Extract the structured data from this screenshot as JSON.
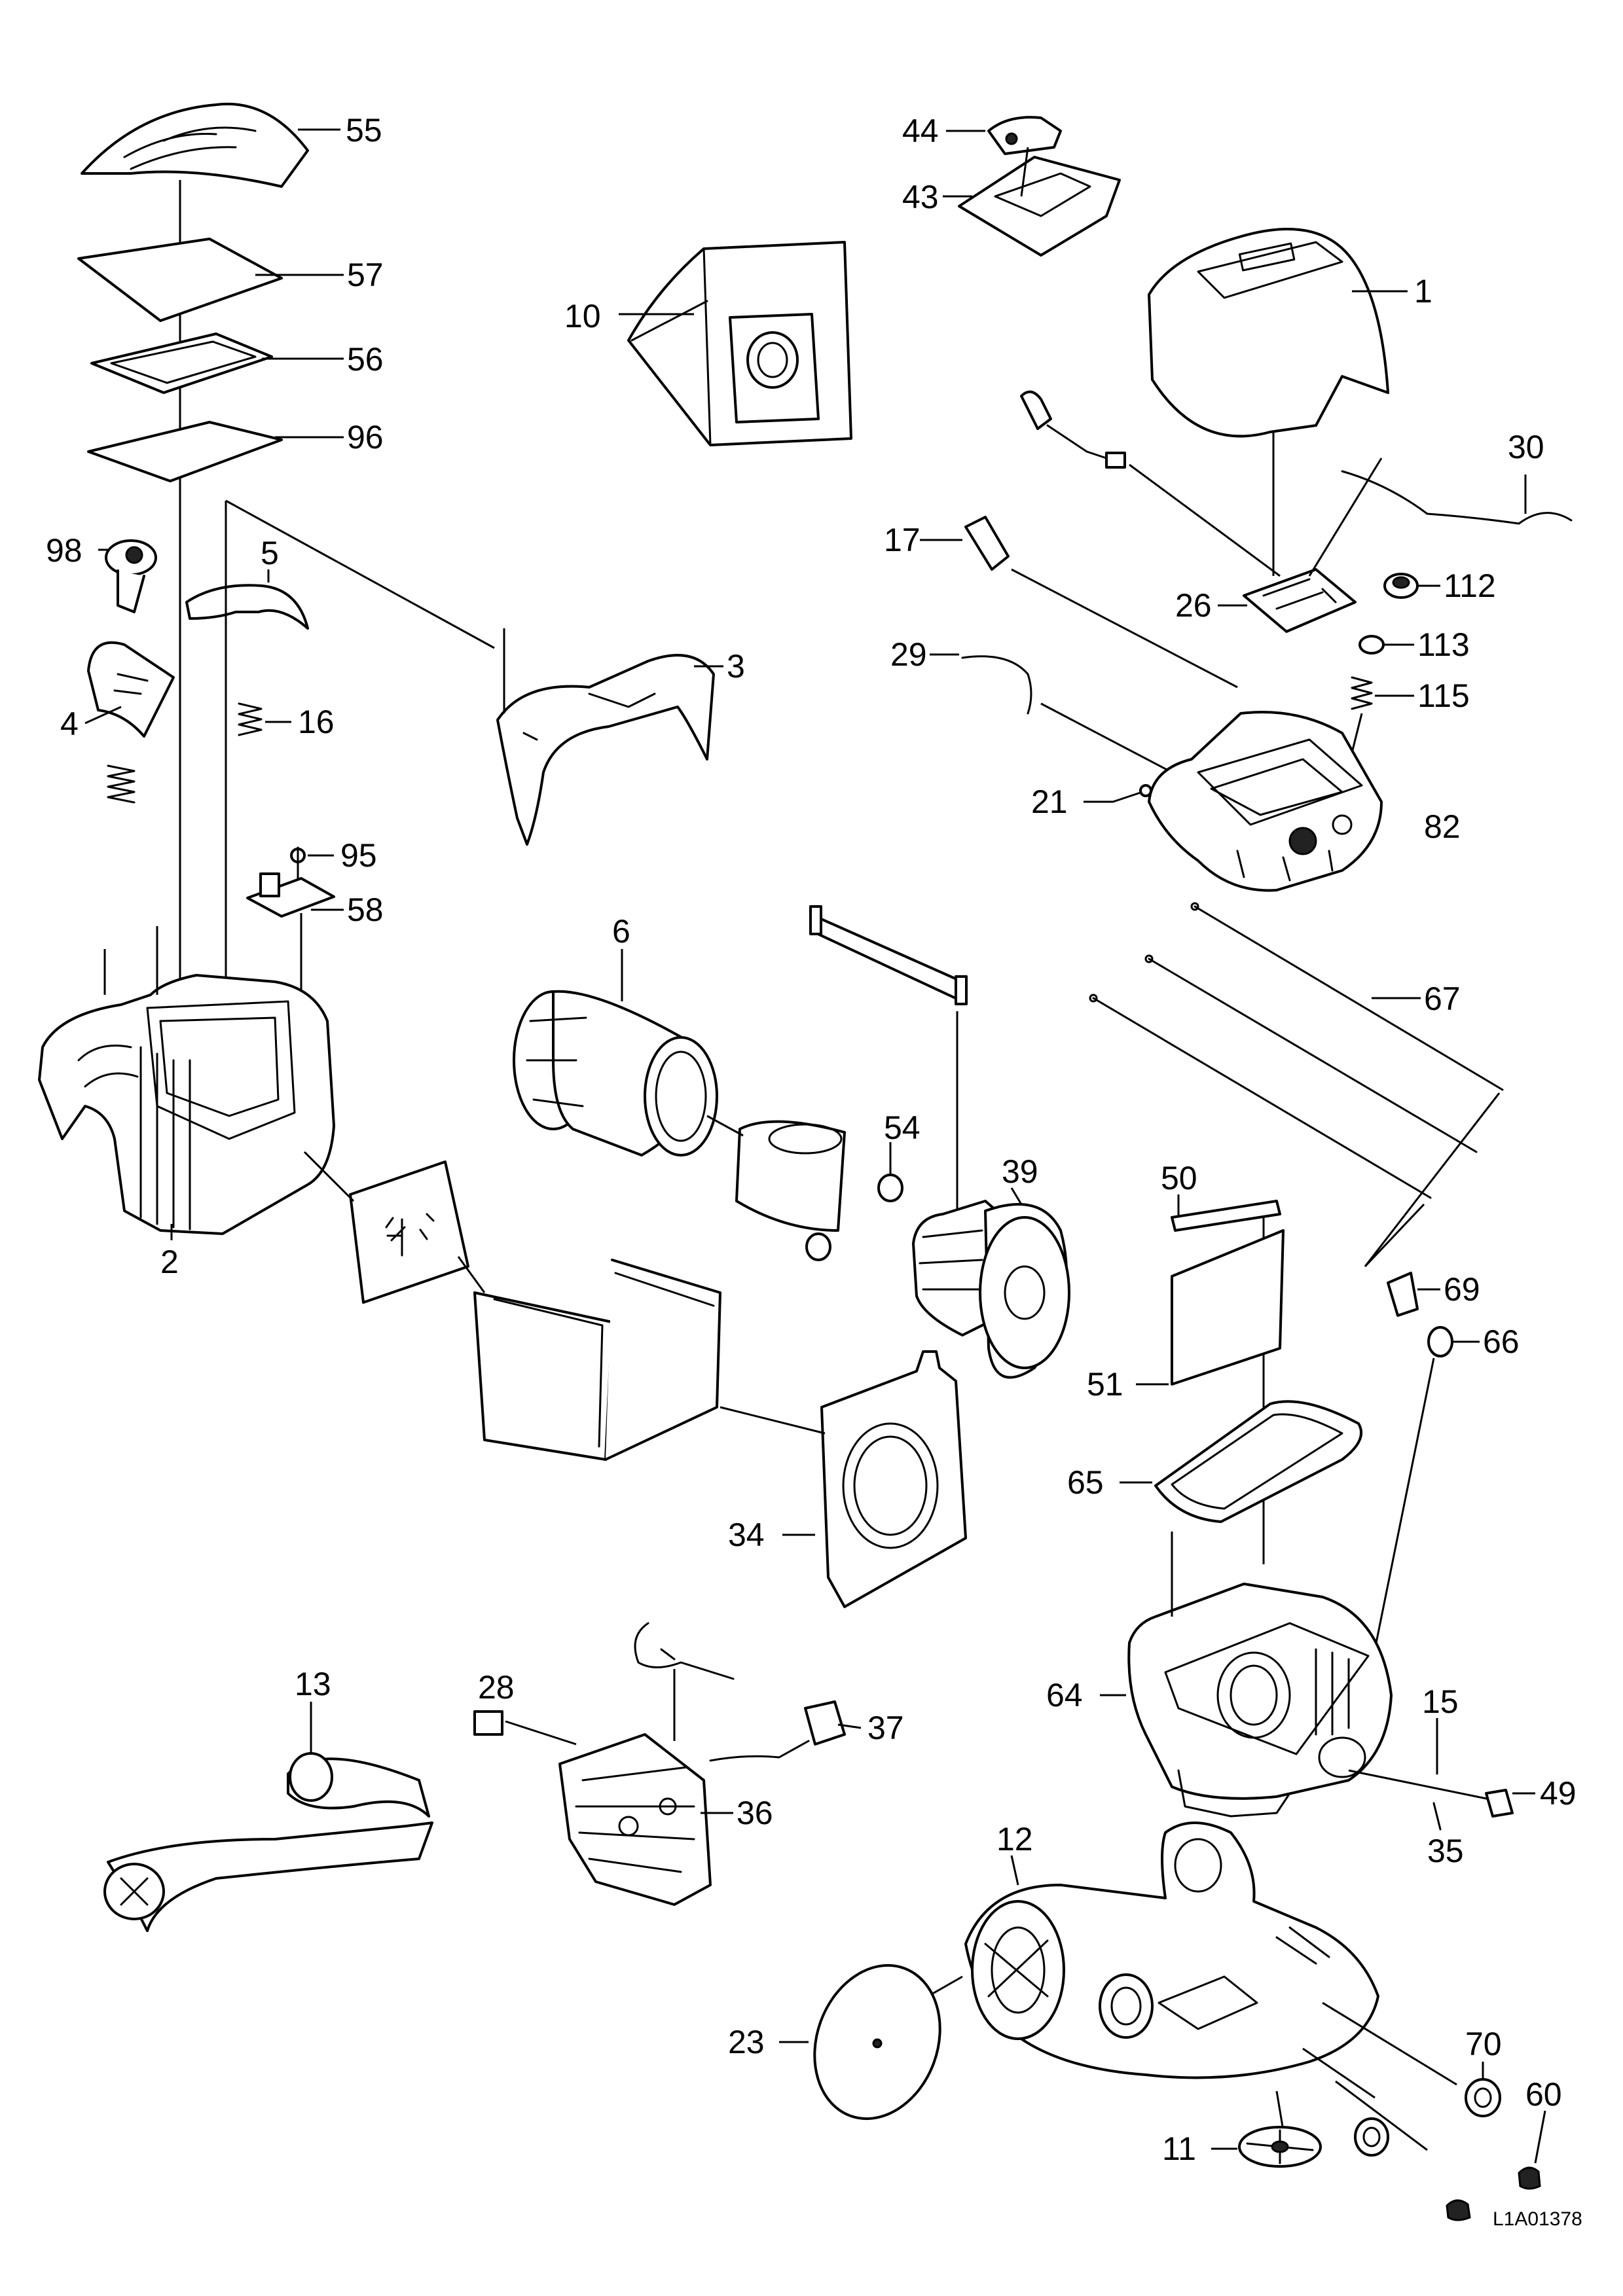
{
  "callouts": [
    "55",
    "57",
    "56",
    "96",
    "98",
    "5",
    "4",
    "16",
    "95",
    "58",
    "2",
    "10",
    "3",
    "6",
    "44",
    "43",
    "1",
    "30",
    "17",
    "26",
    "112",
    "113",
    "29",
    "115",
    "21",
    "82",
    "67",
    "54",
    "39",
    "50",
    "69",
    "66",
    "51",
    "65",
    "34",
    "64",
    "15",
    "49",
    "35",
    "28",
    "37",
    "13",
    "36",
    "12",
    "23",
    "70",
    "60",
    "11"
  ],
  "reference": "L1A01378"
}
